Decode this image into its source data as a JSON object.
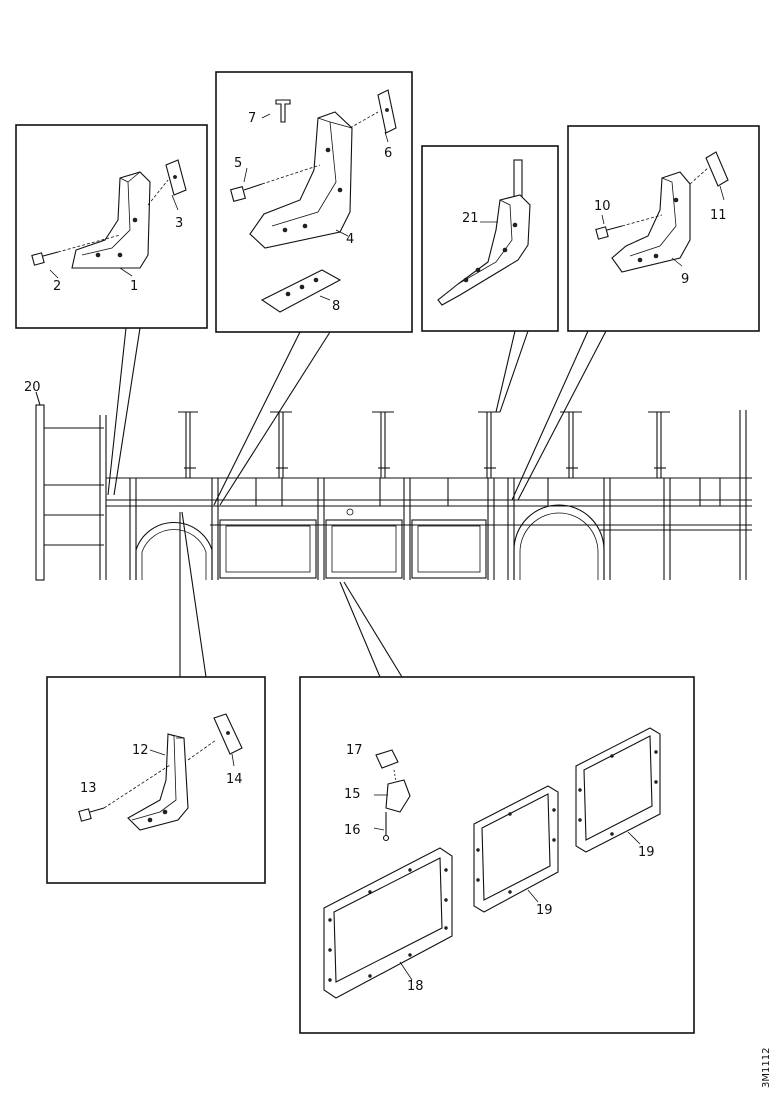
{
  "diagram": {
    "callouts": [
      "1",
      "2",
      "3",
      "4",
      "5",
      "6",
      "7",
      "8",
      "9",
      "10",
      "11",
      "12",
      "13",
      "14",
      "15",
      "16",
      "17",
      "18",
      "19",
      "19",
      "20",
      "21"
    ],
    "reference_code": "3M1112"
  }
}
